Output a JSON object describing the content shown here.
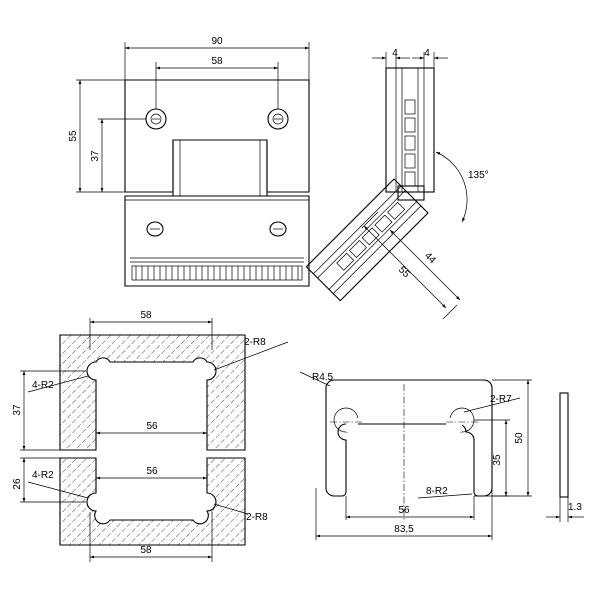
{
  "front_view": {
    "dim_width": "90",
    "dim_holes": "58",
    "dim_height": "55",
    "dim_hole_height": "37"
  },
  "side_view": {
    "dim_thickness_left": "4",
    "dim_thickness_right": "4",
    "dim_angle": "135°",
    "dim_length": "55",
    "dim_inner_length": "44"
  },
  "cutout_upper": {
    "dim_top": "58",
    "dim_radius_right": "2-R8",
    "dim_radius_left": "4-R2",
    "dim_height": "37",
    "dim_inner": "56"
  },
  "cutout_lower": {
    "dim_radius_left": "4-R2",
    "dim_inner": "56",
    "dim_height": "26",
    "dim_radius_right": "2-R8",
    "dim_bottom": "58"
  },
  "gasket": {
    "dim_corner_radius": "R4.5",
    "dim_slot_radius": "2-R7",
    "dim_slot_height": "35",
    "dim_height": "50",
    "dim_corner_radii": "8-R2",
    "dim_inner": "56",
    "dim_width": "83,5",
    "dim_thickness": "1.3"
  }
}
